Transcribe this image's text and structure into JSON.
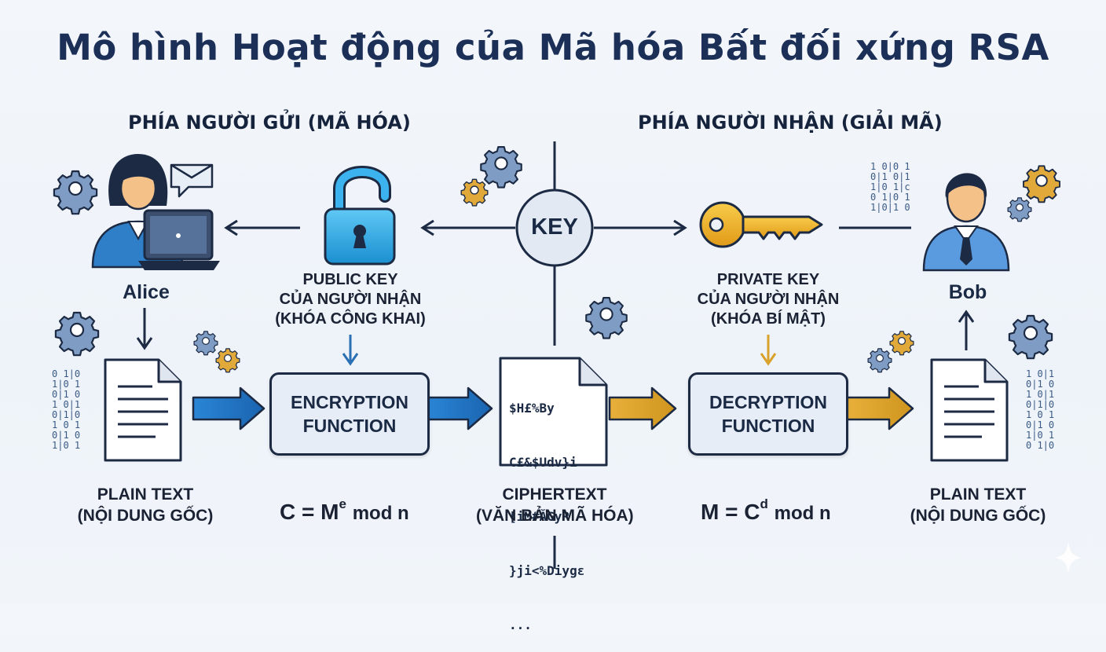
{
  "title": "Mô hình Hoạt động của Mã hóa Bất đối xứng RSA",
  "sender_header": "PHÍA NGƯỜI GỬI (MÃ HÓA)",
  "receiver_header": "PHÍA NGƯỜI NHẬN (GIẢI MÃ)",
  "key_center": "KEY",
  "alice": {
    "name": "Alice"
  },
  "bob": {
    "name": "Bob"
  },
  "public_key": {
    "line1": "PUBLIC KEY",
    "line2": "CỦA NGƯỜI NHẬN",
    "line3": "(KHÓA CÔNG KHAI)"
  },
  "private_key": {
    "line1": "PRIVATE KEY",
    "line2": "CỦA NGƯỜI NHẬN",
    "line3": "(KHÓA BÍ MẬT)"
  },
  "encryption_box": {
    "line1": "ENCRYPTION",
    "line2": "FUNCTION"
  },
  "decryption_box": {
    "line1": "DECRYPTION",
    "line2": "FUNCTION"
  },
  "plaintext_left": {
    "line1": "PLAIN TEXT",
    "line2": "(NỘI DUNG GỐC)"
  },
  "plaintext_right": {
    "line1": "PLAIN TEXT",
    "line2": "(NỘI DUNG GỐC)"
  },
  "ciphertext": {
    "line1": "CIPHERTEXT",
    "line2": "(VĂN BẢN MÃ HÓA)",
    "content": [
      "$H£%By",
      "C£&$Udv}i",
      "[iM#ĂGyR",
      "}ji<%Diygε",
      "..."
    ]
  },
  "encrypt_formula": {
    "base": "C = M",
    "exp": "e",
    "tail": "mod n"
  },
  "decrypt_formula": {
    "base": "M = C",
    "exp": "d",
    "tail": "mod n"
  },
  "colors": {
    "title": "#1b2f57",
    "blue_arrow": "#1e73c2",
    "gold_arrow": "#d9a22a",
    "lock_blue": "#29a9e6",
    "key_gold": "#f0b323",
    "box_bg": "#e7edf6",
    "outline": "#1c2a44"
  }
}
